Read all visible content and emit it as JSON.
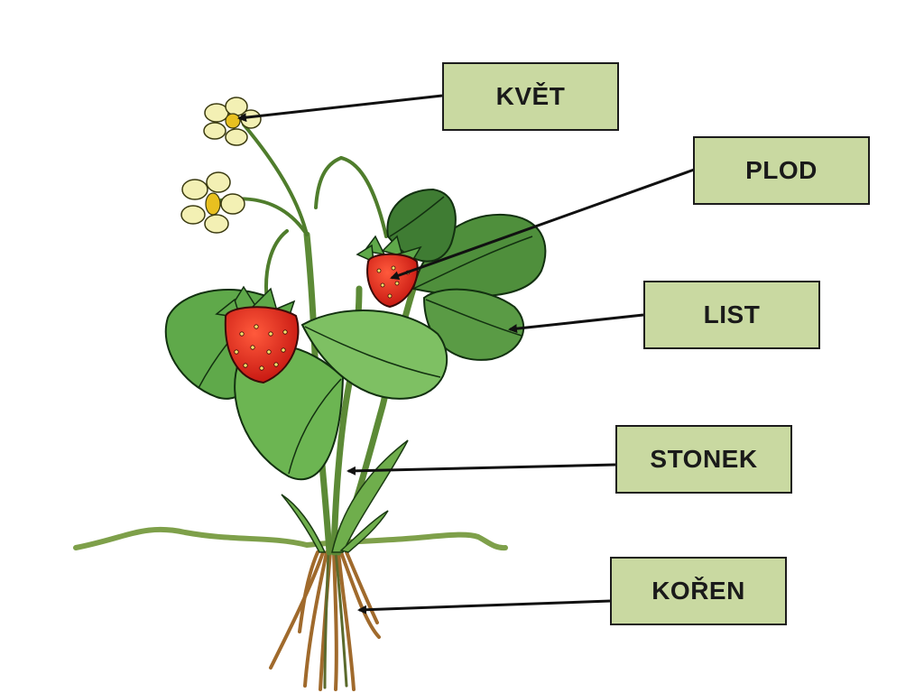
{
  "labels": {
    "flower": "KVĚT",
    "fruit": "PLOD",
    "leaf": "LIST",
    "stem": "STONEK",
    "root": "KOŘEN"
  },
  "colors": {
    "label_fill": "#c9d9a1",
    "label_border": "#1c1c1c",
    "leaf_green": "#5fa94a",
    "leaf_light": "#8cc86a",
    "stem_green": "#6e9a3c",
    "runner_green": "#7ea04a",
    "root_brown": "#a06a2c",
    "berry_red": "#e0231c",
    "flower_cream": "#f3f0b4",
    "flower_center": "#e8c020",
    "pointer_line": "#111111"
  }
}
